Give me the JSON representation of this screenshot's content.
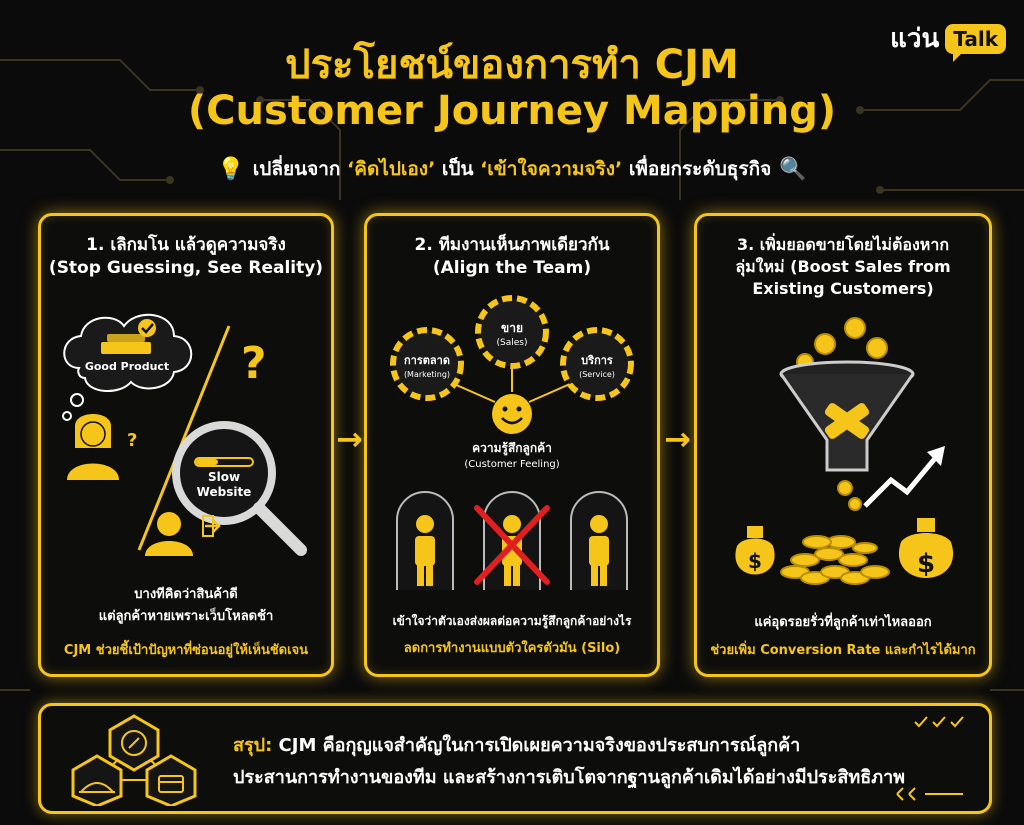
{
  "brand": {
    "prefix": "แว่น",
    "badge": "Talk"
  },
  "header": {
    "title_line1": "ประโยชน์ของการทำ CJM",
    "title_line2": "(Customer Journey Mapping)",
    "subtitle_part1": "เปลี่ยนจาก ",
    "subtitle_hl1": "‘คิดไปเอง’",
    "subtitle_part2": " เป็น ",
    "subtitle_hl2": "‘เข้าใจความจริง’",
    "subtitle_part3": " เพื่อยกระดับธุรกิจ"
  },
  "panels": [
    {
      "title_line1": "1. เลิกมโน แล้วดูความจริง",
      "title_line2": "(Stop Guessing, See Reality)",
      "illus": {
        "cloud_label": "Good Product",
        "lens_label1": "Slow",
        "lens_label2": "Website"
      },
      "body1": "บางทีคิดว่าสินค้าดี",
      "body2": "แต่ลูกค้าหายเพราะเว็บโหลดช้า",
      "body3": "CJM ช่วยชี้เป้าปัญหาที่ซ่อนอยู่ให้เห็นชัดเจน"
    },
    {
      "title_line1": "2. ทีมงานเห็นภาพเดียวกัน",
      "title_line2": "(Align the Team)",
      "illus": {
        "gear_sales": "ขาย",
        "gear_sales_en": "(Sales)",
        "gear_marketing": "การตลาด",
        "gear_marketing_en": "(Marketing)",
        "gear_service": "บริการ",
        "gear_service_en": "(Service)",
        "feeling": "ความรู้สึกลูกค้า",
        "feeling_en": "(Customer Feeling)"
      },
      "body1": "เข้าใจว่าตัวเองส่งผลต่อความรู้สึกลูกค้าอย่างไร",
      "body2": "ลดการทำงานแบบตัวใครตัวมัน (Silo)"
    },
    {
      "title_line1": "3. เพิ่มยอดขายโดยไม่ต้องหาก",
      "title_line2": "ลุ่มใหม่ (Boost Sales from",
      "title_line3": "Existing Customers)",
      "body1": "แค่อุดรอยรั่วที่ลูกค้าเท่าไหลออก",
      "body2": "ช่วยเพิ่ม Conversion Rate และกำไรได้มาก"
    }
  ],
  "summary": {
    "label": "สรุป:",
    "line1": " CJM คือกุญแจสำคัญในการเปิดเผยความจริงของประสบการณ์ลูกค้า",
    "line2": "ประสานการทำงานของทีม และสร้างการเติบโตจากฐานลูกค้าเดิมได้อย่างมีประสิทธิภาพ"
  },
  "colors": {
    "accent": "#f6c51a",
    "background": "#0b0b0b"
  },
  "icons": [
    "lightbulb-icon",
    "magnifier-icon",
    "question-icon",
    "compass-icon",
    "bridge-icon",
    "chest-icon",
    "funnel-icon",
    "coin-icon",
    "money-bag-icon",
    "growth-arrow-icon"
  ]
}
